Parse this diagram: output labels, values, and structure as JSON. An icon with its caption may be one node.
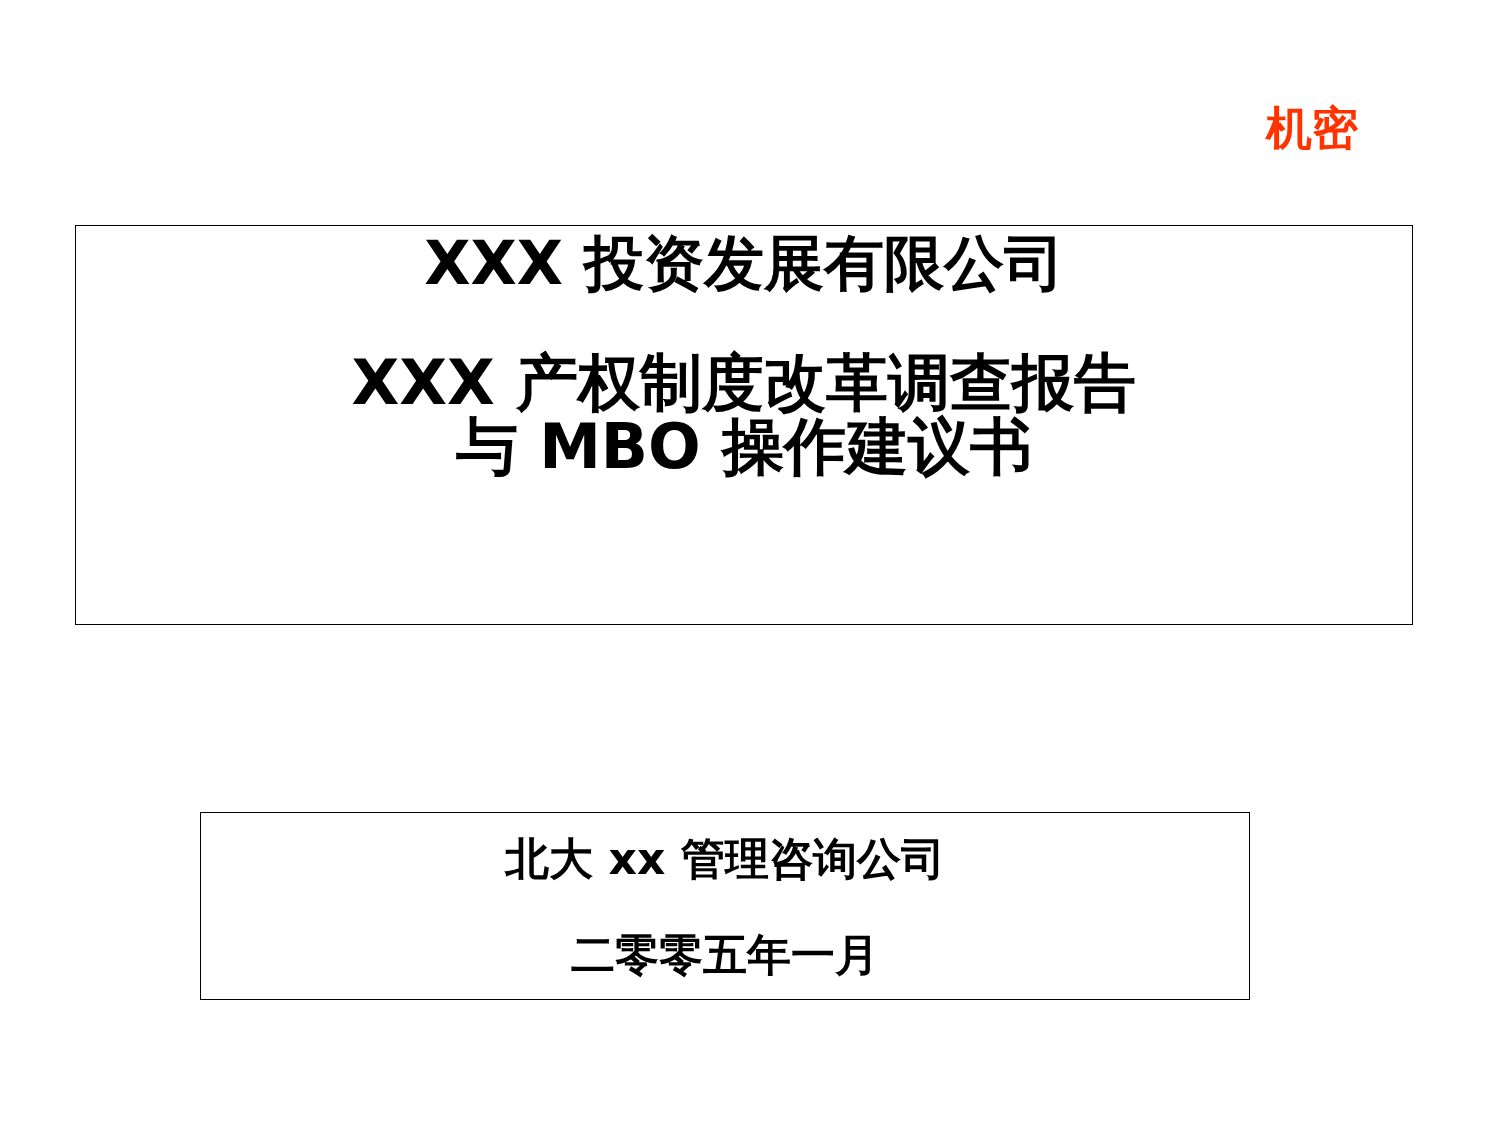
{
  "diagram": {
    "nodes": [
      {
        "text": [
          "XXX 投资发展有限公司",
          "XXX 产权制度改革调查报告与 MBO 操作建议书"
        ]
      },
      {
        "text": [
          "北大 xx 管理咨询公司",
          "二零零五年一月"
        ]
      }
    ],
    "labels": [
      "机密"
    ]
  }
}
